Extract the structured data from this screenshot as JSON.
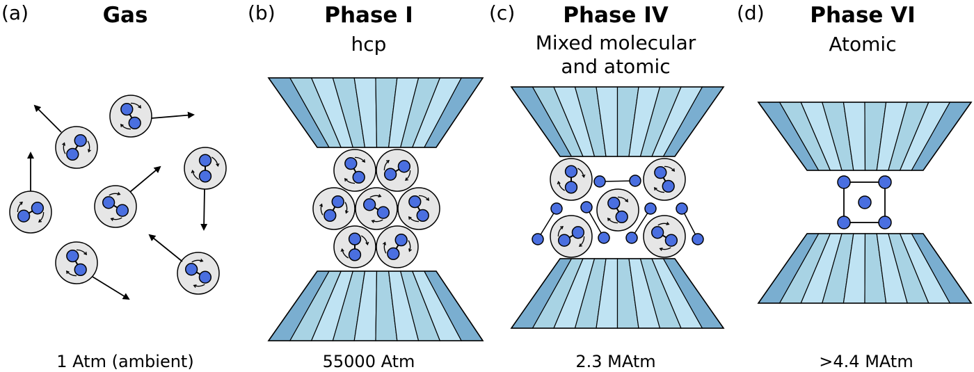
{
  "panels": [
    {
      "letter": "(a)",
      "title": "Gas",
      "subtitle": "",
      "pressure": "1 Atm (ambient)"
    },
    {
      "letter": "(b)",
      "title": "Phase I",
      "subtitle": "hcp",
      "pressure": "55000 Atm"
    },
    {
      "letter": "(c)",
      "title": "Phase IV",
      "subtitle": "Mixed molecular\nand atomic",
      "pressure": "2.3 MAtm"
    },
    {
      "letter": "(d)",
      "title": "Phase VI",
      "subtitle": "Atomic",
      "pressure": ">4.4 MAtm"
    }
  ],
  "colors": {
    "atom": "#4a6fe0",
    "molecule_bg": "#e6e6e6",
    "anvil_light": "#bfe3f3",
    "anvil_mid": "#a8d3e4",
    "anvil_dark": "#7aaed0",
    "outline": "#000000"
  }
}
